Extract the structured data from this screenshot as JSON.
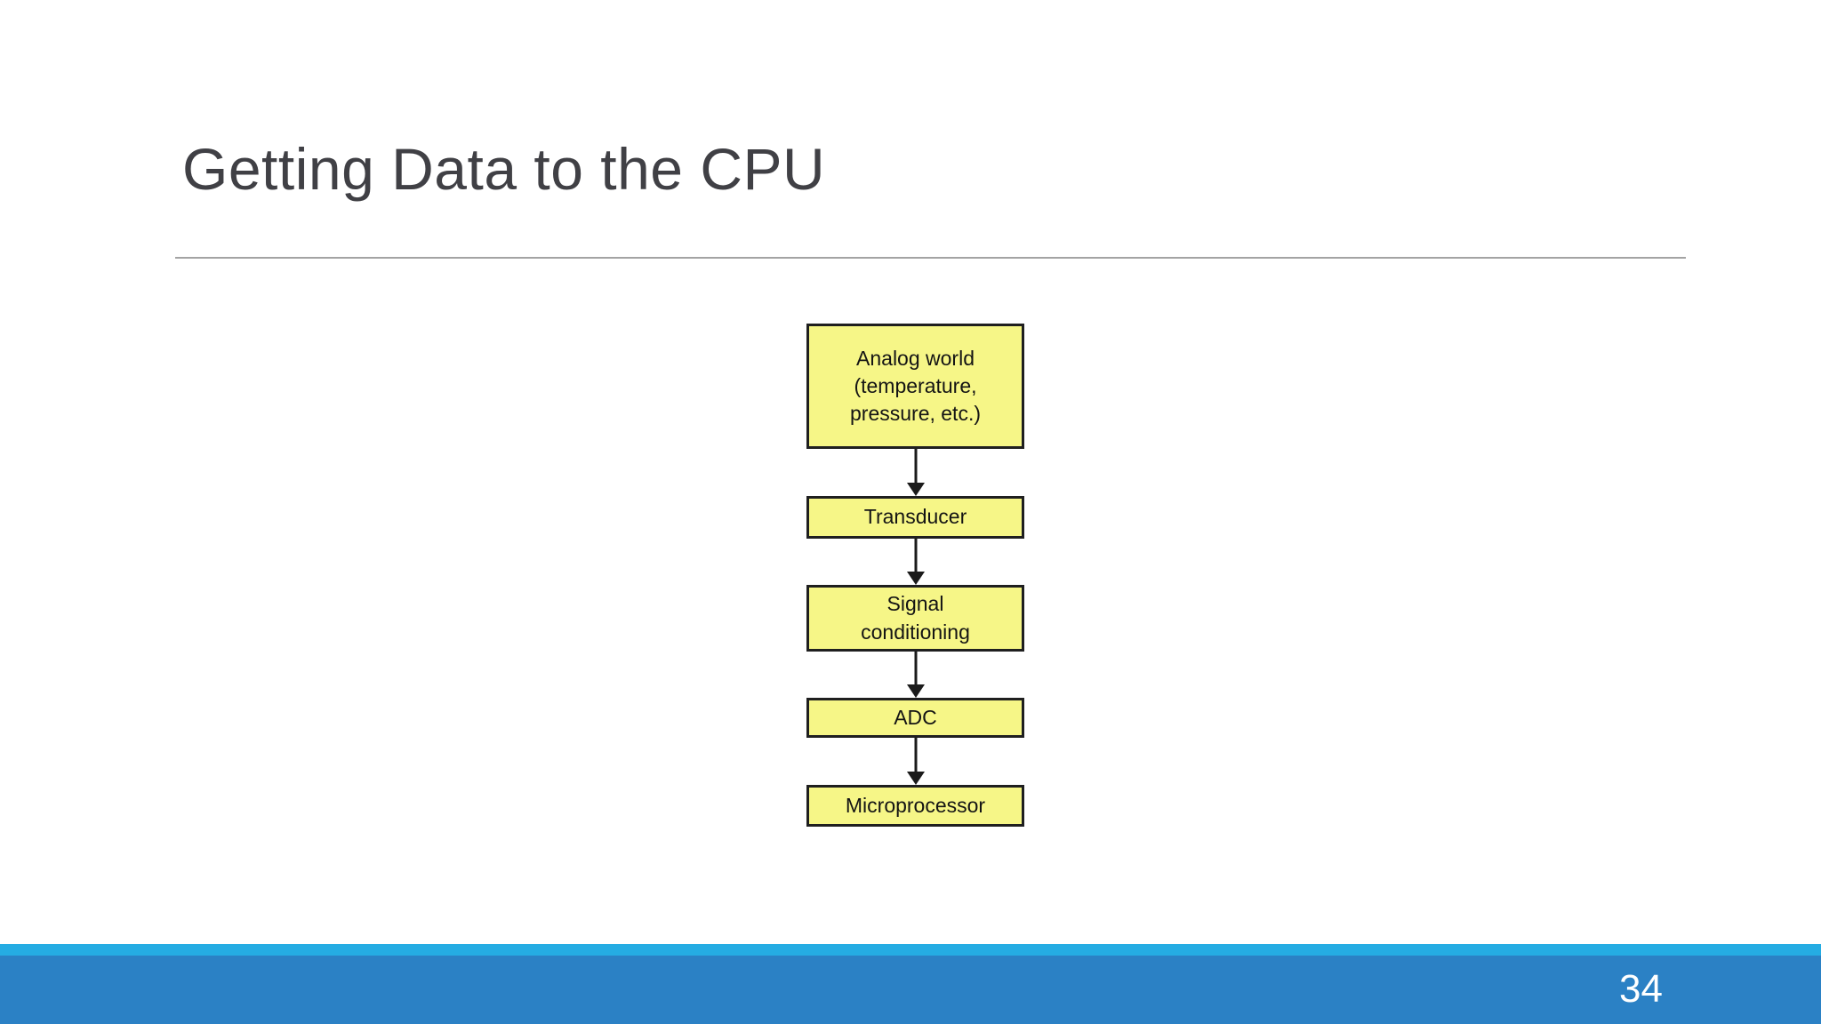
{
  "slide": {
    "title": "Getting Data to the CPU",
    "page_number": "34"
  },
  "flow": {
    "nodes": [
      {
        "id": "analog-world",
        "label": "Analog world\n(temperature,\npressure, etc.)"
      },
      {
        "id": "transducer",
        "label": "Transducer"
      },
      {
        "id": "signal-conditioning",
        "label": "Signal\nconditioning"
      },
      {
        "id": "adc",
        "label": "ADC"
      },
      {
        "id": "microprocessor",
        "label": "Microprocessor"
      }
    ],
    "connections": [
      {
        "from": "analog-world",
        "to": "transducer"
      },
      {
        "from": "transducer",
        "to": "signal-conditioning"
      },
      {
        "from": "signal-conditioning",
        "to": "adc"
      },
      {
        "from": "adc",
        "to": "microprocessor"
      }
    ]
  },
  "colors": {
    "title_text": "#404045",
    "title_rule": "#a3a3a3",
    "node_fill": "#f6f687",
    "node_border": "#1f1f1f",
    "arrow": "#1b1b1b",
    "footer_accent": "#25ace3",
    "footer_band": "#2b81c5",
    "page_number_text": "#ffffff"
  }
}
